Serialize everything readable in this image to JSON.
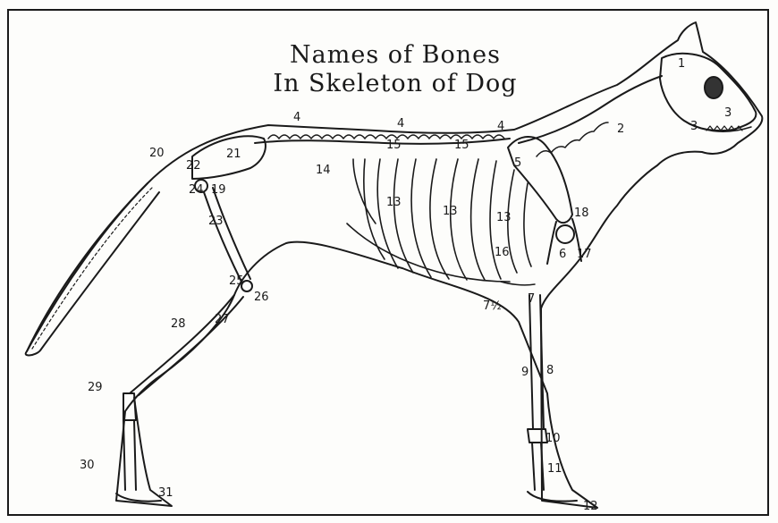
{
  "title": {
    "line1": "Names of Bones",
    "line2": "In Skeleton of Dog"
  },
  "labels": {
    "l1": "1",
    "l2": "2",
    "l3a": "3",
    "l3b": "3",
    "l4a": "4",
    "l4b": "4",
    "l4c": "4",
    "l5": "5",
    "l6": "6",
    "l7": "7",
    "l7h": "7½",
    "l8": "8",
    "l9": "9",
    "l10": "10",
    "l11": "11",
    "l12": "12",
    "l13a": "13",
    "l13b": "13",
    "l13c": "13",
    "l14": "14",
    "l15a": "15",
    "l15b": "15",
    "l16": "16",
    "l17": "17",
    "l18": "18",
    "l19": "19",
    "l20": "20",
    "l21": "21",
    "l22": "22",
    "l23": "23",
    "l24": "24",
    "l25": "25",
    "l26": "26",
    "l27": "27",
    "l28": "28",
    "l29": "29",
    "l30": "30",
    "l31": "31"
  }
}
